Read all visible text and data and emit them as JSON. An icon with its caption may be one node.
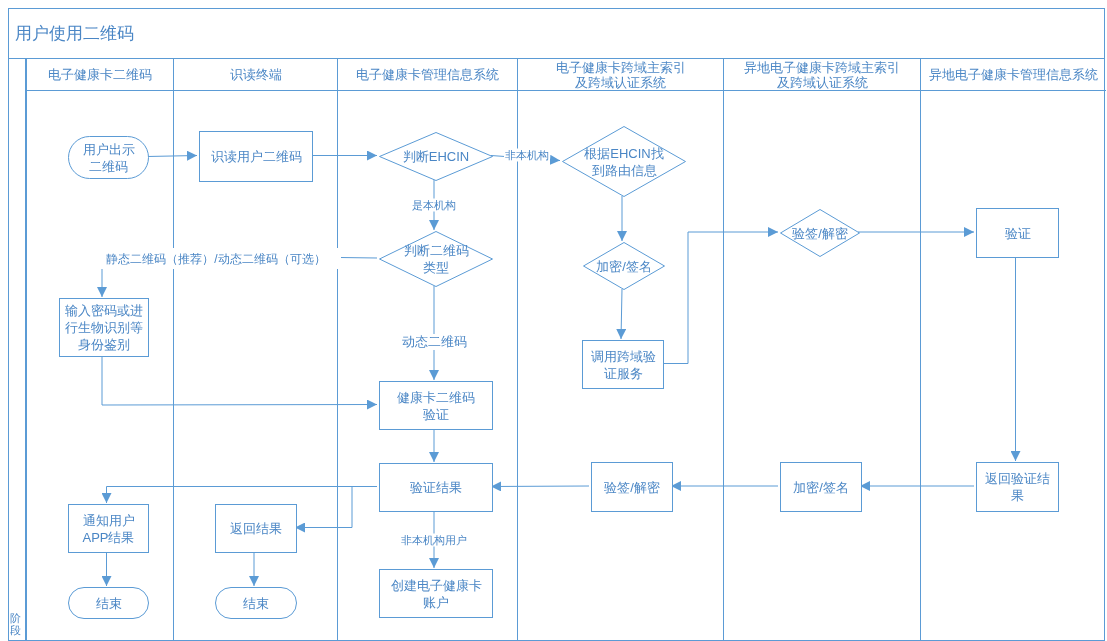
{
  "diagram": {
    "nodes": [
      {
        "text": [
          "用户使用二维码"
        ]
      },
      {
        "text": [
          "电子健康卡二维码"
        ],
        "in": 0
      },
      {
        "text": [
          "识读终端"
        ],
        "in": 0
      },
      {
        "text": [
          "电子健康卡管理信息系统"
        ],
        "in": 0
      },
      {
        "text": [
          "电子健康卡跨域主索引及跨域认证系统"
        ],
        "in": 0
      },
      {
        "text": [
          "异地电子健康卡跨域主索引及跨域认证系统"
        ],
        "in": 0
      },
      {
        "text": [
          "异地电子健康卡管理信息系统"
        ],
        "in": 0
      },
      {
        "text": [
          "用户出示二维码"
        ],
        "in": 1
      },
      {
        "text": [
          "识读用户二维码"
        ],
        "in": 2
      },
      {
        "text": [
          "判断EHCIN"
        ],
        "in": 3
      },
      {
        "text": [
          "根据EHCIN找到路由信息"
        ],
        "in": 4
      },
      {
        "text": [
          "判断二维码类型"
        ],
        "in": 3
      },
      {
        "text": [
          "静态二维码（推荐）/动态二维码（可选）"
        ],
        "in": 0
      },
      {
        "text": [
          "加密/签名"
        ],
        "in": 4
      },
      {
        "text": [
          "验签/解密"
        ],
        "in": 5
      },
      {
        "text": [
          "验证"
        ],
        "in": 6
      },
      {
        "text": [
          "输入密码或进行生物识别等身份鉴别"
        ],
        "in": 1
      },
      {
        "text": [
          "调用跨域验证服务"
        ],
        "in": 4
      },
      {
        "text": [
          "健康卡二维码验证"
        ],
        "in": 3
      },
      {
        "text": [
          "验证结果"
        ],
        "in": 3
      },
      {
        "text": [
          "验签/解密"
        ],
        "in": 4
      },
      {
        "text": [
          "加密/签名"
        ],
        "in": 5
      },
      {
        "text": [
          "返回验证结果"
        ],
        "in": 6
      },
      {
        "text": [
          "通知用户APP结果"
        ],
        "in": 1
      },
      {
        "text": [
          "返回结果"
        ],
        "in": 2
      },
      {
        "text": [
          "创建电子健康卡账户"
        ],
        "in": 3
      },
      {
        "text": [
          "结束"
        ],
        "in": 1
      },
      {
        "text": [
          "结束"
        ],
        "in": 2
      }
    ],
    "edges": [
      {
        "from": 7,
        "to": 8,
        "arrow": "to"
      },
      {
        "from": 8,
        "to": 9,
        "arrow": "to"
      },
      {
        "from": 9,
        "to": 10,
        "arrow": "to",
        "label": "非本机构"
      },
      {
        "from": 9,
        "to": 11,
        "arrow": "to",
        "label": "是本机构"
      },
      {
        "from": 11,
        "to": 12,
        "arrow": "none"
      },
      {
        "from": 12,
        "to": 16,
        "arrow": "to"
      },
      {
        "from": 11,
        "to": 18,
        "arrow": "to",
        "label": "动态二维码"
      },
      {
        "from": 16,
        "to": 18,
        "arrow": "to"
      },
      {
        "from": 10,
        "to": 13,
        "arrow": "to"
      },
      {
        "from": 13,
        "to": 17,
        "arrow": "to"
      },
      {
        "from": 17,
        "to": 14,
        "arrow": "to"
      },
      {
        "from": 14,
        "to": 15,
        "arrow": "to"
      },
      {
        "from": 15,
        "to": 22,
        "arrow": "to"
      },
      {
        "from": 22,
        "to": 21,
        "arrow": "to"
      },
      {
        "from": 21,
        "to": 20,
        "arrow": "to"
      },
      {
        "from": 20,
        "to": 19,
        "arrow": "to"
      },
      {
        "from": 18,
        "to": 19,
        "arrow": "to"
      },
      {
        "from": 19,
        "to": 23,
        "arrow": "to"
      },
      {
        "from": 19,
        "to": 24,
        "arrow": "to"
      },
      {
        "from": 19,
        "to": 25,
        "arrow": "to",
        "label": "非本机构用户"
      },
      {
        "from": 23,
        "to": 26,
        "arrow": "to"
      },
      {
        "from": 24,
        "to": 27,
        "arrow": "to"
      }
    ],
    "labels": [
      "阶段"
    ]
  }
}
